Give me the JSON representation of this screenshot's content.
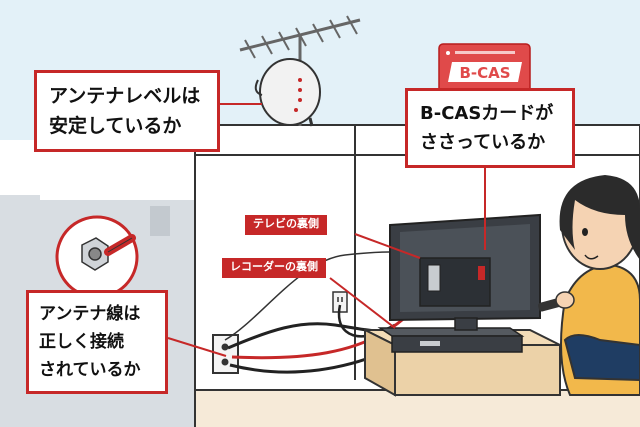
{
  "callouts": {
    "antenna_level": {
      "line1": "アンテナレベルは",
      "line2": "安定しているか"
    },
    "bcas_card": {
      "line1": "B-CASカードが",
      "line2": "ささっているか"
    },
    "antenna_cable": {
      "line1": "アンテナ線は",
      "line2": "正しく接続",
      "line3": "されているか"
    }
  },
  "tags": {
    "tv_back": "テレビの裏側",
    "recorder_back": "レコーダーの裏側"
  },
  "card": {
    "label": "B-CAS"
  },
  "colors": {
    "accent": "#c62828",
    "sky": "#e3f1f8",
    "building": "#d8dde2",
    "wall": "#ffffff",
    "floor": "#f6ead8",
    "furniture": "#ecd2a8",
    "tv": "#3a3e44"
  }
}
